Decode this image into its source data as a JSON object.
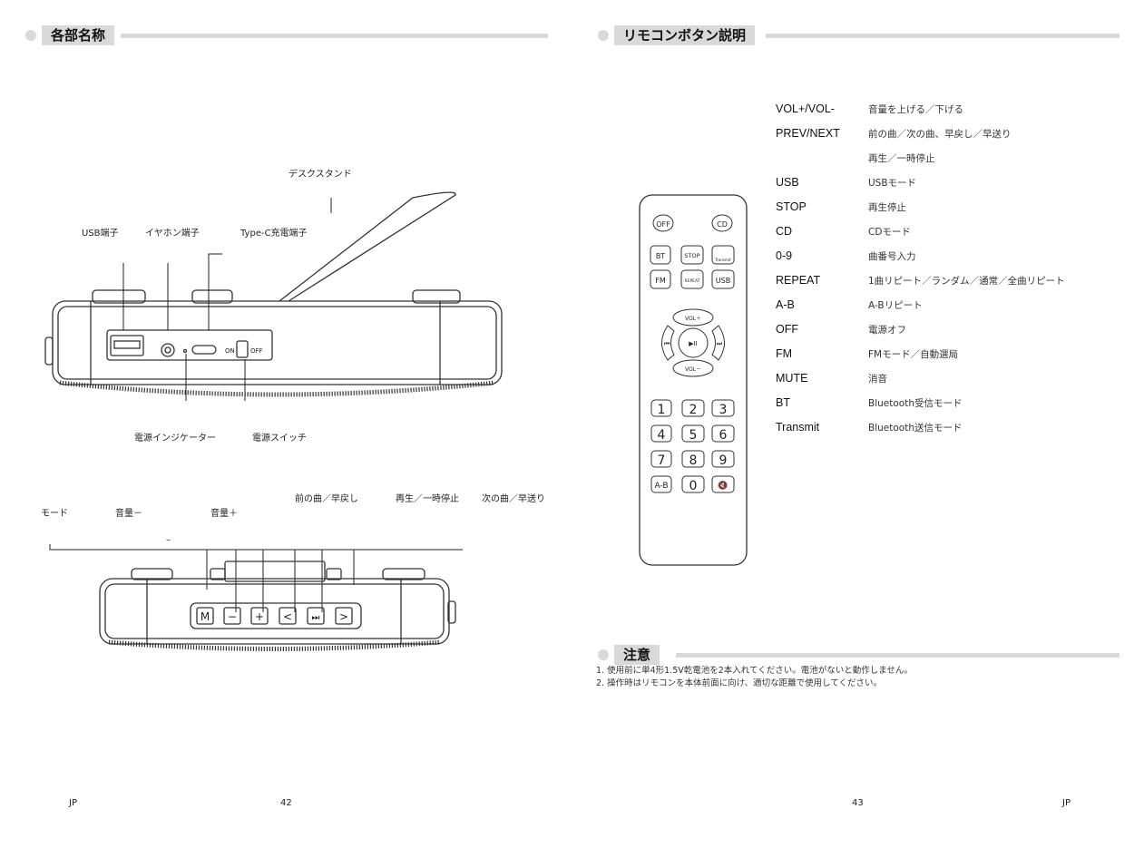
{
  "left_page": {
    "section_title": "各部名称",
    "labels": {
      "desk_stand": "デスクスタンド",
      "usb_port": "USB端子",
      "earphone_port": "イヤホン端子",
      "typec_port": "Type-C充電端子",
      "power_indicator": "電源インジケーター",
      "power_switch": "電源スイッチ",
      "mode": "モード",
      "vol_down": "音量－",
      "vol_up": "音量＋",
      "prev": "前の曲／早戻し",
      "play_pause": "再生／一時停止",
      "next": "次の曲／早送り",
      "dash": "–"
    },
    "switch_labels": {
      "on": "ON",
      "off": "OFF"
    },
    "button_glyphs": [
      "M",
      "−",
      "+",
      "<",
      "⏭",
      ">"
    ],
    "footer": {
      "lang": "JP",
      "page": "42"
    }
  },
  "right_page": {
    "section_title": "リモコンボタン説明",
    "buttons": [
      {
        "key": "VOL+/VOL-",
        "desc": "音量を上げる／下げる"
      },
      {
        "key": "PREV/NEXT",
        "desc": "前の曲／次の曲、早戻し／早送り"
      },
      {
        "key": "",
        "desc": "再生／一時停止"
      },
      {
        "key": "USB",
        "desc": "USBモード"
      },
      {
        "key": "STOP",
        "desc": "再生停止"
      },
      {
        "key": "CD",
        "desc": "CDモード"
      },
      {
        "key": "0-9",
        "desc": "曲番号入力"
      },
      {
        "key": "REPEAT",
        "desc": "1曲リピート／ランダム／通常／全曲リピート"
      },
      {
        "key": "A-B",
        "desc": "A-Bリピート"
      },
      {
        "key": "OFF",
        "desc": "電源オフ"
      },
      {
        "key": "FM",
        "desc": "FMモード／自動選局"
      },
      {
        "key": "MUTE",
        "desc": "消音"
      },
      {
        "key": "BT",
        "desc": "Bluetooth受信モード"
      },
      {
        "key": "Transmit",
        "desc": "Bluetooth送信モード"
      }
    ],
    "remote": {
      "off": "OFF",
      "cd": "CD",
      "bt": "BT",
      "stop": "STOP",
      "transmit": "Transmit",
      "fm": "FM",
      "repeat": "REPEAT",
      "usb": "USB",
      "vol_up": "VOL＋",
      "vol_down": "VOL－",
      "prev": "⏮",
      "play": "▶II",
      "next": "⏭",
      "digits": [
        "1",
        "2",
        "3",
        "4",
        "5",
        "6",
        "7",
        "8",
        "9"
      ],
      "ab": "A-B",
      "zero": "0",
      "mute": "🔇"
    },
    "notes_title": "注意",
    "notes": [
      "1. 使用前に単4形1.5V乾電池を2本入れてください。電池がないと動作しません。",
      "2. 操作時はリモコンを本体前面に向け、適切な距離で使用してください。"
    ],
    "footer": {
      "page": "43",
      "lang": "JP"
    }
  },
  "colors": {
    "section_band": "#d9d9d9",
    "outline": "#333333"
  }
}
